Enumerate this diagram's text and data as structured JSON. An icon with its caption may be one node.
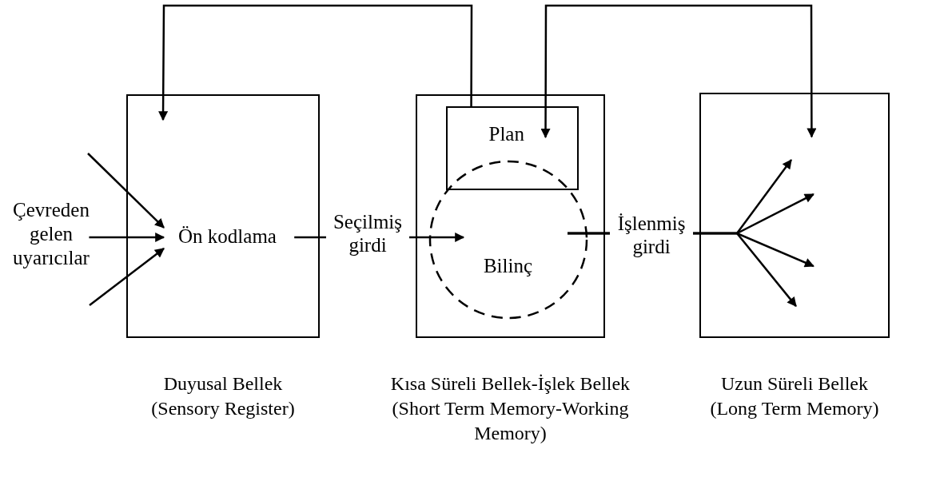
{
  "diagram": {
    "nodes": [
      {
        "text": [
          "Duyusal Bellek (Sensory Register)"
        ]
      },
      {
        "text": [
          "Çevreden gelen uyarıcılar"
        ]
      },
      {
        "text": [
          "Ön kodlama"
        ],
        "in": 0
      },
      {
        "text": [
          "Kısa Süreli Bellek-İşlek Bellek (Short Term Memory-Working Memory)"
        ]
      },
      {
        "text": [
          "Plan"
        ],
        "in": 3
      },
      {
        "text": [
          "Bilinç"
        ],
        "in": 3
      },
      {
        "text": [
          "Uzun Süreli Bellek (Long Term Memory)"
        ]
      }
    ],
    "edges": [
      {
        "from": null,
        "to": 2,
        "arrow": "to"
      },
      {
        "from": 1,
        "to": 2,
        "arrow": "to"
      },
      {
        "from": null,
        "to": 2,
        "arrow": "to"
      },
      {
        "from": 2,
        "to": 5,
        "arrow": "to",
        "label": "Seçilmiş girdi"
      },
      {
        "from": 5,
        "to": 6,
        "arrow": "to",
        "label": "İşlenmiş girdi"
      },
      {
        "from": 5,
        "to": 6,
        "arrow": "to"
      },
      {
        "from": 5,
        "to": 6,
        "arrow": "to"
      },
      {
        "from": 5,
        "to": 6,
        "arrow": "to"
      },
      {
        "from": 4,
        "to": 0,
        "arrow": "to"
      },
      {
        "from": 4,
        "to": 6,
        "arrow": "both"
      }
    ]
  }
}
